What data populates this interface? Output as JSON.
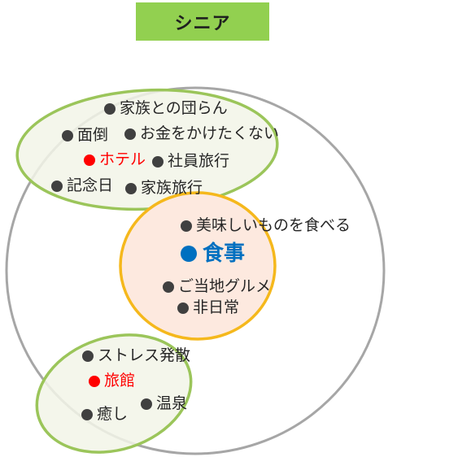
{
  "title": "シニア",
  "colors": {
    "title_bg": "#92d050",
    "outer_circle": "#a6a6a6",
    "group_ellipse_stroke": "#9bc55a",
    "group_ellipse_fill": "#f2f5e8",
    "core_stroke": "#f5b81c",
    "core_fill": "#fde9df",
    "text": "#262626",
    "dot": "#404040",
    "highlight_red": "#ff0000",
    "highlight_blue": "#0070c0"
  },
  "groups": {
    "top": {
      "items": [
        {
          "label": "家族との団らん",
          "color": "#262626"
        },
        {
          "label": "面倒",
          "color": "#262626"
        },
        {
          "label": "お金をかけたくない",
          "color": "#262626"
        },
        {
          "label": "ホテル",
          "color": "#ff0000"
        },
        {
          "label": "社員旅行",
          "color": "#262626"
        },
        {
          "label": "記念日",
          "color": "#262626"
        },
        {
          "label": "家族旅行",
          "color": "#262626"
        }
      ]
    },
    "core": {
      "items": [
        {
          "label": "美味しいものを食べる",
          "color": "#262626"
        },
        {
          "label": "食事",
          "color": "#0070c0"
        },
        {
          "label": "ご当地グルメ",
          "color": "#262626"
        },
        {
          "label": "非日常",
          "color": "#262626"
        }
      ]
    },
    "bottom": {
      "items": [
        {
          "label": "ストレス発散",
          "color": "#262626"
        },
        {
          "label": "旅館",
          "color": "#ff0000"
        },
        {
          "label": "温泉",
          "color": "#262626"
        },
        {
          "label": "癒し",
          "color": "#262626"
        }
      ]
    }
  }
}
